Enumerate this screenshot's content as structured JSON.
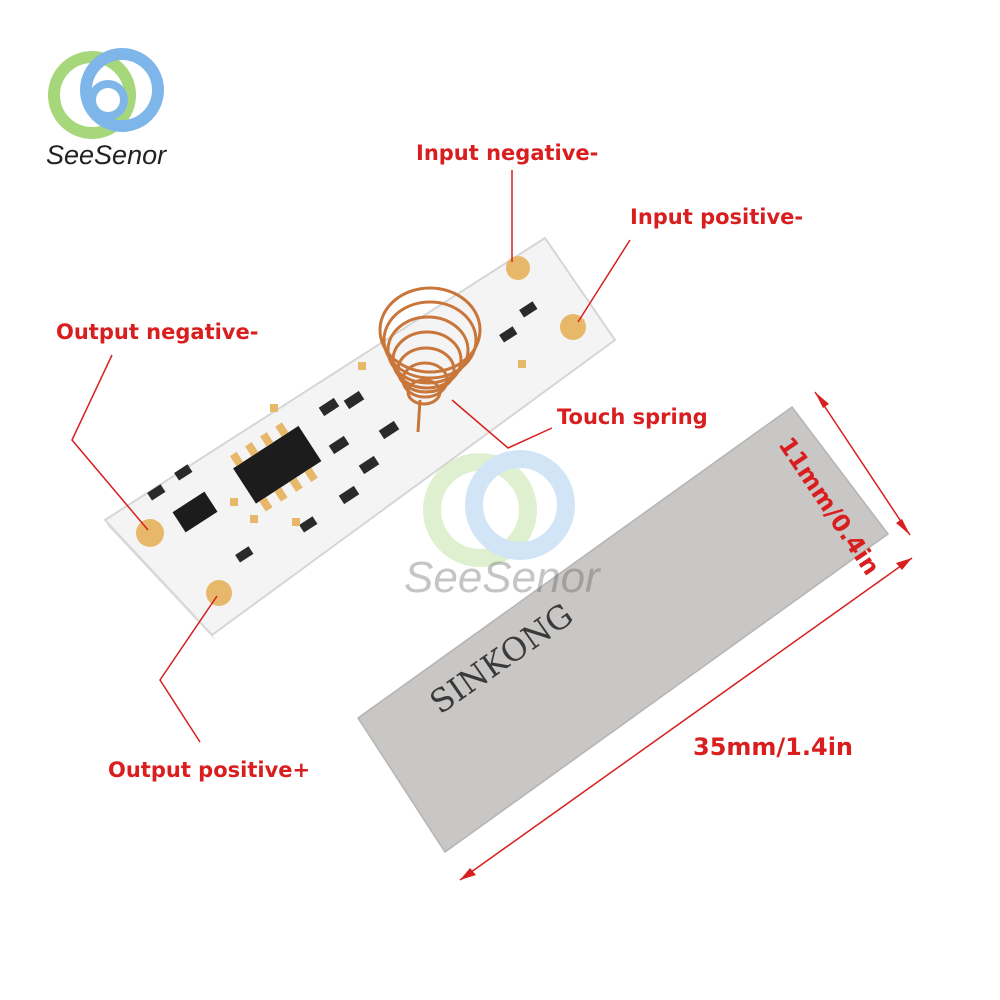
{
  "brand": {
    "name": "SeeSenor"
  },
  "watermark": {
    "name": "SeeSenor"
  },
  "labels": {
    "input_negative": "Input negative-",
    "input_positive": "Input positive-",
    "output_negative": "Output negative-",
    "touch_spring": "Touch spring",
    "output_positive": "Output positive+",
    "width_dim": "11mm/0.4in",
    "length_dim": "35mm/1.4in"
  },
  "plate": {
    "marking": "SINKONG"
  },
  "colors": {
    "annotation": "#d81e1e",
    "pcb": "#f4f4f4",
    "pad": "#e8b86a",
    "spring": "#c8763a",
    "plate": "#c9c7c5"
  }
}
